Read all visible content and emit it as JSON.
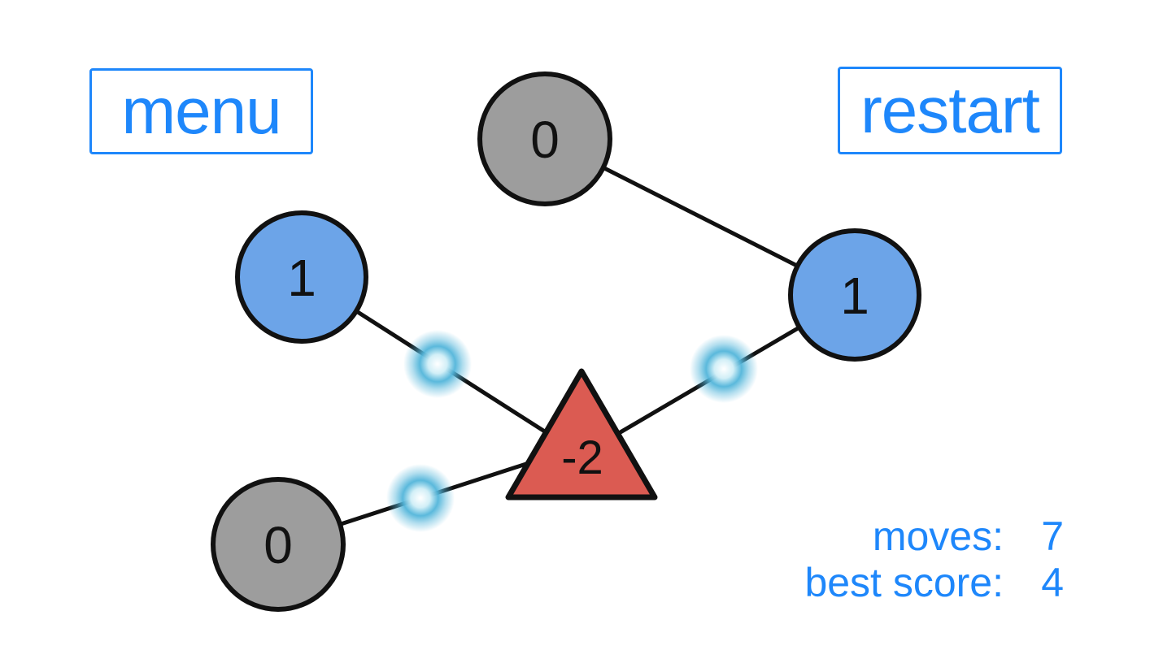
{
  "colors": {
    "accent": "#1e87fb",
    "node_blue": "#6ca4e8",
    "node_gray": "#9d9d9d",
    "node_red": "#db5b52",
    "outline": "#111111",
    "glow": "#52b5da"
  },
  "buttons": {
    "menu": "menu",
    "restart": "restart"
  },
  "hud": {
    "moves_label": "moves:",
    "moves_value": "7",
    "best_label": "best score:",
    "best_value": "4"
  },
  "graph": {
    "nodes": [
      {
        "id": "top",
        "shape": "circle",
        "color": "gray",
        "value": "0"
      },
      {
        "id": "left",
        "shape": "circle",
        "color": "blue",
        "value": "1"
      },
      {
        "id": "right",
        "shape": "circle",
        "color": "blue",
        "value": "1"
      },
      {
        "id": "bottom",
        "shape": "circle",
        "color": "gray",
        "value": "0"
      },
      {
        "id": "center",
        "shape": "triangle",
        "color": "red",
        "value": "-2"
      }
    ],
    "edges": [
      {
        "from": "top",
        "to": "right",
        "glow_dot": false
      },
      {
        "from": "left",
        "to": "center",
        "glow_dot": true
      },
      {
        "from": "right",
        "to": "center",
        "glow_dot": true
      },
      {
        "from": "bottom",
        "to": "center",
        "glow_dot": true
      }
    ]
  }
}
